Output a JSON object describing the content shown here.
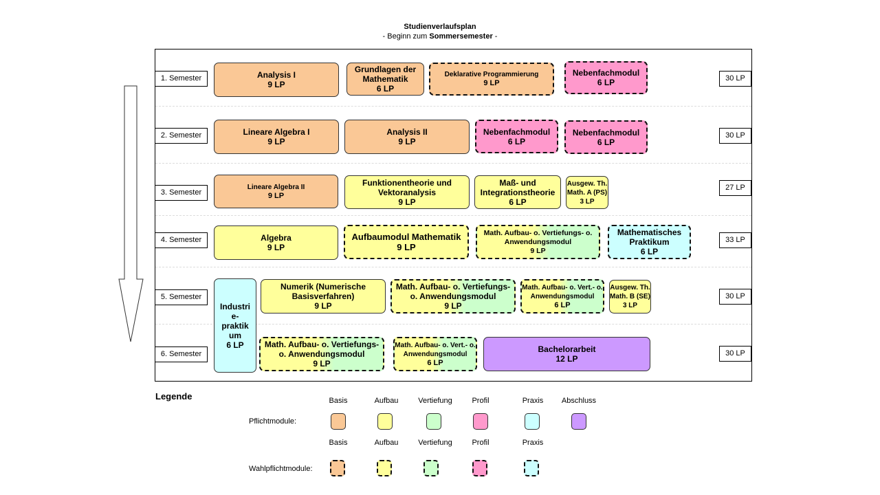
{
  "title": {
    "line1": "Studienverlaufsplan",
    "line2_prefix": "- Beginn zum ",
    "line2_bold": "Sommersemester",
    "line2_suffix": " -"
  },
  "colors": {
    "basis": "#fac896",
    "aufbau": "#ffff9b",
    "vertiefung": "#ccffcc",
    "profil": "#ff99cc",
    "praxis": "#ccffff",
    "abschluss": "#cc99ff"
  },
  "semesters": [
    {
      "label": "1. Semester",
      "lp": "30 LP"
    },
    {
      "label": "2. Semester",
      "lp": "30 LP"
    },
    {
      "label": "3. Semester",
      "lp": "27 LP"
    },
    {
      "label": "4. Semester",
      "lp": "33 LP"
    },
    {
      "label": "5. Semester",
      "lp": "30 LP"
    },
    {
      "label": "6. Semester",
      "lp": "30 LP"
    }
  ],
  "modules": {
    "analysis1": {
      "name": "Analysis I",
      "credits": "9 LP"
    },
    "grundlagen": {
      "name": "Grundlagen der Mathematik",
      "credits": "6 LP"
    },
    "deklarativ": {
      "name": "Deklarative Programmierung",
      "credits": "9 LP"
    },
    "nebenfach1": {
      "name": "Nebenfachmodul",
      "credits": "6 LP"
    },
    "linalg1": {
      "name": "Lineare Algebra I",
      "credits": "9 LP"
    },
    "analysis2": {
      "name": "Analysis II",
      "credits": "9 LP"
    },
    "nebenfach2": {
      "name": "Nebenfachmodul",
      "credits": "6 LP"
    },
    "nebenfach3": {
      "name": "Nebenfachmodul",
      "credits": "6 LP"
    },
    "linalg2": {
      "name": "Lineare Algebra II",
      "credits": "9 LP"
    },
    "funktionentheorie": {
      "name": "Funktionentheorie und Vektoranalysis",
      "credits": "9 LP"
    },
    "mass": {
      "name": "Maß- und Integrationstheorie",
      "credits": "6 LP"
    },
    "ausgewA": {
      "name": "Ausgew. Th. Math. A (PS)",
      "credits": "3 LP"
    },
    "algebra": {
      "name": "Algebra",
      "credits": "9 LP"
    },
    "aufbaumodul": {
      "name": "Aufbaumodul Mathematik",
      "credits": "9 LP"
    },
    "mav4": {
      "name": "Math. Aufbau- o. Vertiefungs- o. Anwendungsmodul",
      "credits": "9 LP"
    },
    "praktikum": {
      "name": "Mathematisches Praktikum",
      "credits": "6 LP"
    },
    "industrie": {
      "name": "Industrie-praktikum",
      "credits": "6 LP"
    },
    "numerik": {
      "name": "Numerik (Numerische Basisverfahren)",
      "credits": "9 LP"
    },
    "mav5a": {
      "name": "Math. Aufbau- o. Vertiefungs- o. Anwendungsmodul",
      "credits": "9 LP"
    },
    "mav5b": {
      "name": "Math. Aufbau- o. Vert.- o. Anwendungsmodul",
      "credits": "6 LP"
    },
    "ausgewB": {
      "name": "Ausgew. Th. Math. B (SE)",
      "credits": "3 LP"
    },
    "mav6a": {
      "name": "Math. Aufbau- o. Vertiefungs- o. Anwendungsmodul",
      "credits": "9 LP"
    },
    "mav6b": {
      "name": "Math. Aufbau- o. Vert.- o. Anwendungsmodul",
      "credits": "6 LP"
    },
    "bachelor": {
      "name": "Bachelorarbeit",
      "credits": "12 LP"
    }
  },
  "legend": {
    "title": "Legende",
    "pflicht_label": "Pflichtmodule:",
    "wahl_label": "Wahlpflichtmodule:",
    "pflicht_categories": [
      "Basis",
      "Aufbau",
      "Vertiefung",
      "Profil",
      "Praxis",
      "Abschluss"
    ],
    "wahl_categories": [
      "Basis",
      "Aufbau",
      "Vertiefung",
      "Profil",
      "Praxis"
    ]
  }
}
